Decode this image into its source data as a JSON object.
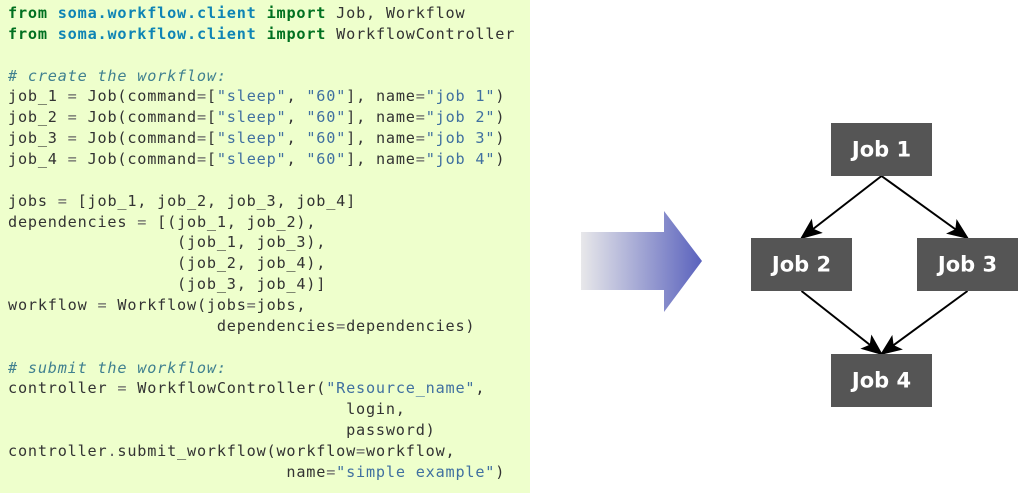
{
  "code": {
    "lines": [
      [
        [
          "from",
          "k"
        ],
        [
          " ",
          ""
        ],
        [
          "soma.workflow.client",
          "m"
        ],
        [
          " ",
          ""
        ],
        [
          "import",
          "k"
        ],
        [
          " Job, Workflow",
          ""
        ]
      ],
      [
        [
          "from",
          "k"
        ],
        [
          " ",
          ""
        ],
        [
          "soma.workflow.client",
          "m"
        ],
        [
          " ",
          ""
        ],
        [
          "import",
          "k"
        ],
        [
          " WorkflowController",
          ""
        ]
      ],
      [],
      [
        [
          "# create the workflow:",
          "c"
        ]
      ],
      [
        [
          "job_1 ",
          ""
        ],
        [
          "=",
          "o"
        ],
        [
          " Job(command",
          ""
        ],
        [
          "=",
          "o"
        ],
        [
          "[",
          ""
        ],
        [
          "\"sleep\"",
          "s"
        ],
        [
          ", ",
          ""
        ],
        [
          "\"60\"",
          "s"
        ],
        [
          "], name",
          ""
        ],
        [
          "=",
          "o"
        ],
        [
          "\"job 1\"",
          "s"
        ],
        [
          ")",
          ""
        ]
      ],
      [
        [
          "job_2 ",
          ""
        ],
        [
          "=",
          "o"
        ],
        [
          " Job(command",
          ""
        ],
        [
          "=",
          "o"
        ],
        [
          "[",
          ""
        ],
        [
          "\"sleep\"",
          "s"
        ],
        [
          ", ",
          ""
        ],
        [
          "\"60\"",
          "s"
        ],
        [
          "], name",
          ""
        ],
        [
          "=",
          "o"
        ],
        [
          "\"job 2\"",
          "s"
        ],
        [
          ")",
          ""
        ]
      ],
      [
        [
          "job_3 ",
          ""
        ],
        [
          "=",
          "o"
        ],
        [
          " Job(command",
          ""
        ],
        [
          "=",
          "o"
        ],
        [
          "[",
          ""
        ],
        [
          "\"sleep\"",
          "s"
        ],
        [
          ", ",
          ""
        ],
        [
          "\"60\"",
          "s"
        ],
        [
          "], name",
          ""
        ],
        [
          "=",
          "o"
        ],
        [
          "\"job 3\"",
          "s"
        ],
        [
          ")",
          ""
        ]
      ],
      [
        [
          "job_4 ",
          ""
        ],
        [
          "=",
          "o"
        ],
        [
          " Job(command",
          ""
        ],
        [
          "=",
          "o"
        ],
        [
          "[",
          ""
        ],
        [
          "\"sleep\"",
          "s"
        ],
        [
          ", ",
          ""
        ],
        [
          "\"60\"",
          "s"
        ],
        [
          "], name",
          ""
        ],
        [
          "=",
          "o"
        ],
        [
          "\"job 4\"",
          "s"
        ],
        [
          ")",
          ""
        ]
      ],
      [],
      [
        [
          "jobs ",
          ""
        ],
        [
          "=",
          "o"
        ],
        [
          " [job_1, job_2, job_3, job_4]",
          ""
        ]
      ],
      [
        [
          "dependencies ",
          ""
        ],
        [
          "=",
          "o"
        ],
        [
          " [(job_1, job_2),",
          ""
        ]
      ],
      [
        [
          "                 (job_1, job_3),",
          ""
        ]
      ],
      [
        [
          "                 (job_2, job_4),",
          ""
        ]
      ],
      [
        [
          "                 (job_3, job_4)]",
          ""
        ]
      ],
      [
        [
          "workflow ",
          ""
        ],
        [
          "=",
          "o"
        ],
        [
          " Workflow(jobs",
          ""
        ],
        [
          "=",
          "o"
        ],
        [
          "jobs,",
          ""
        ]
      ],
      [
        [
          "                     dependencies",
          ""
        ],
        [
          "=",
          "o"
        ],
        [
          "dependencies)",
          ""
        ]
      ],
      [],
      [
        [
          "# submit the workflow:",
          "c"
        ]
      ],
      [
        [
          "controller ",
          ""
        ],
        [
          "=",
          "o"
        ],
        [
          " WorkflowController(",
          ""
        ],
        [
          "\"Resource_name\"",
          "s"
        ],
        [
          ",",
          ""
        ]
      ],
      [
        [
          "                                  login,",
          ""
        ]
      ],
      [
        [
          "                                  password)",
          ""
        ]
      ],
      [
        [
          "controller",
          ""
        ],
        [
          ".",
          "o"
        ],
        [
          "submit_workflow(workflow",
          ""
        ],
        [
          "=",
          "o"
        ],
        [
          "workflow,",
          ""
        ]
      ],
      [
        [
          "                            name",
          ""
        ],
        [
          "=",
          "o"
        ],
        [
          "\"simple example\"",
          "s"
        ],
        [
          ")",
          ""
        ]
      ]
    ]
  },
  "diagram": {
    "jobs": [
      "Job 1",
      "Job 2",
      "Job 3",
      "Job 4"
    ],
    "edges": [
      [
        0,
        1
      ],
      [
        0,
        2
      ],
      [
        1,
        3
      ],
      [
        2,
        3
      ]
    ],
    "box_color": "#555555",
    "arrow_color_start": "#e8e8ea",
    "arrow_color_end": "#5a62bd"
  }
}
